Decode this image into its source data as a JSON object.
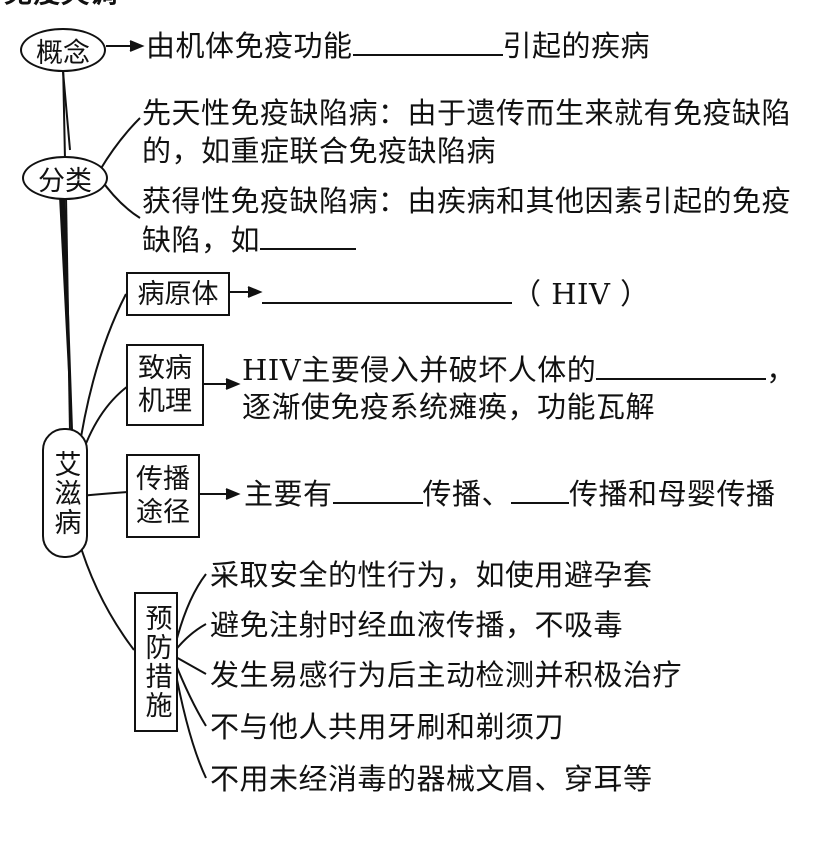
{
  "header": {
    "partial_title": "免疫失调"
  },
  "concept": {
    "node": "概念",
    "text_before": "由机体免疫功能",
    "text_after": "引起的疾病"
  },
  "classification": {
    "node": "分类",
    "congenital_line1": "先天性免疫缺陷病：由于遗传而生来就有免疫缺陷",
    "congenital_line2": "的，如重症联合免疫缺陷病",
    "acquired_line1": "获得性免疫缺陷病：由疾病和其他因素引起的免疫",
    "acquired_line2": "缺陷，如"
  },
  "aids": {
    "node": "艾滋病",
    "pathogen": {
      "node": "病原体",
      "suffix": "（ HIV ）"
    },
    "mechanism": {
      "node_line1": "致病",
      "node_line2": "机理",
      "line1": "HIV主要侵入并破坏人体的",
      "line1_end": "，",
      "line2": "逐渐使免疫系统瘫痪，功能瓦解"
    },
    "transmission": {
      "node_line1": "传播",
      "node_line2": "途径",
      "text_a": "主要有",
      "text_b": "传播、",
      "text_c": "传播和母婴传播"
    },
    "prevention": {
      "node": "预防措施",
      "items": [
        "采取安全的性行为，如使用避孕套",
        "避免注射时经血液传播，不吸毒",
        "发生易感行为后主动检测并积极治疗",
        "不与他人共用牙刷和剃须刀",
        "不用未经消毒的器械文眉、穿耳等"
      ]
    }
  }
}
